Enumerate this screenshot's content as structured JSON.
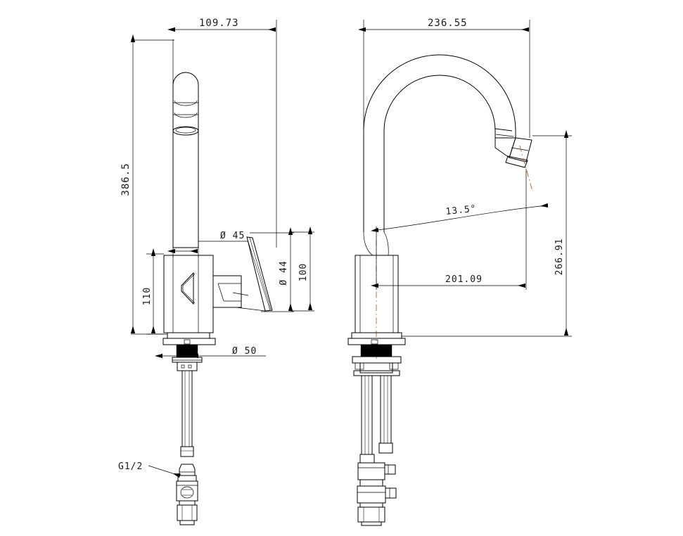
{
  "document": {
    "type": "engineering-drawing",
    "subject": "kitchen mixer tap / faucet",
    "views": [
      {
        "id": "left-view",
        "name": "side elevation"
      },
      {
        "id": "right-view",
        "name": "front elevation"
      }
    ],
    "line_color": "#000000",
    "center_line_color": "#b5651d",
    "background": "#ffffff"
  },
  "dimensions": {
    "left_view": {
      "width_top": "109.73",
      "overall_height": "386.5",
      "body_height": "110",
      "spout_diameter": "Ø 45",
      "handle_diameter": "Ø 44",
      "handle_height": "100",
      "base_diameter": "Ø 50",
      "thread_callout": "G1/2"
    },
    "right_view": {
      "overall_width": "236.55",
      "spout_reach": "201.09",
      "spout_height": "266.91",
      "outlet_angle": "13.5°"
    }
  }
}
